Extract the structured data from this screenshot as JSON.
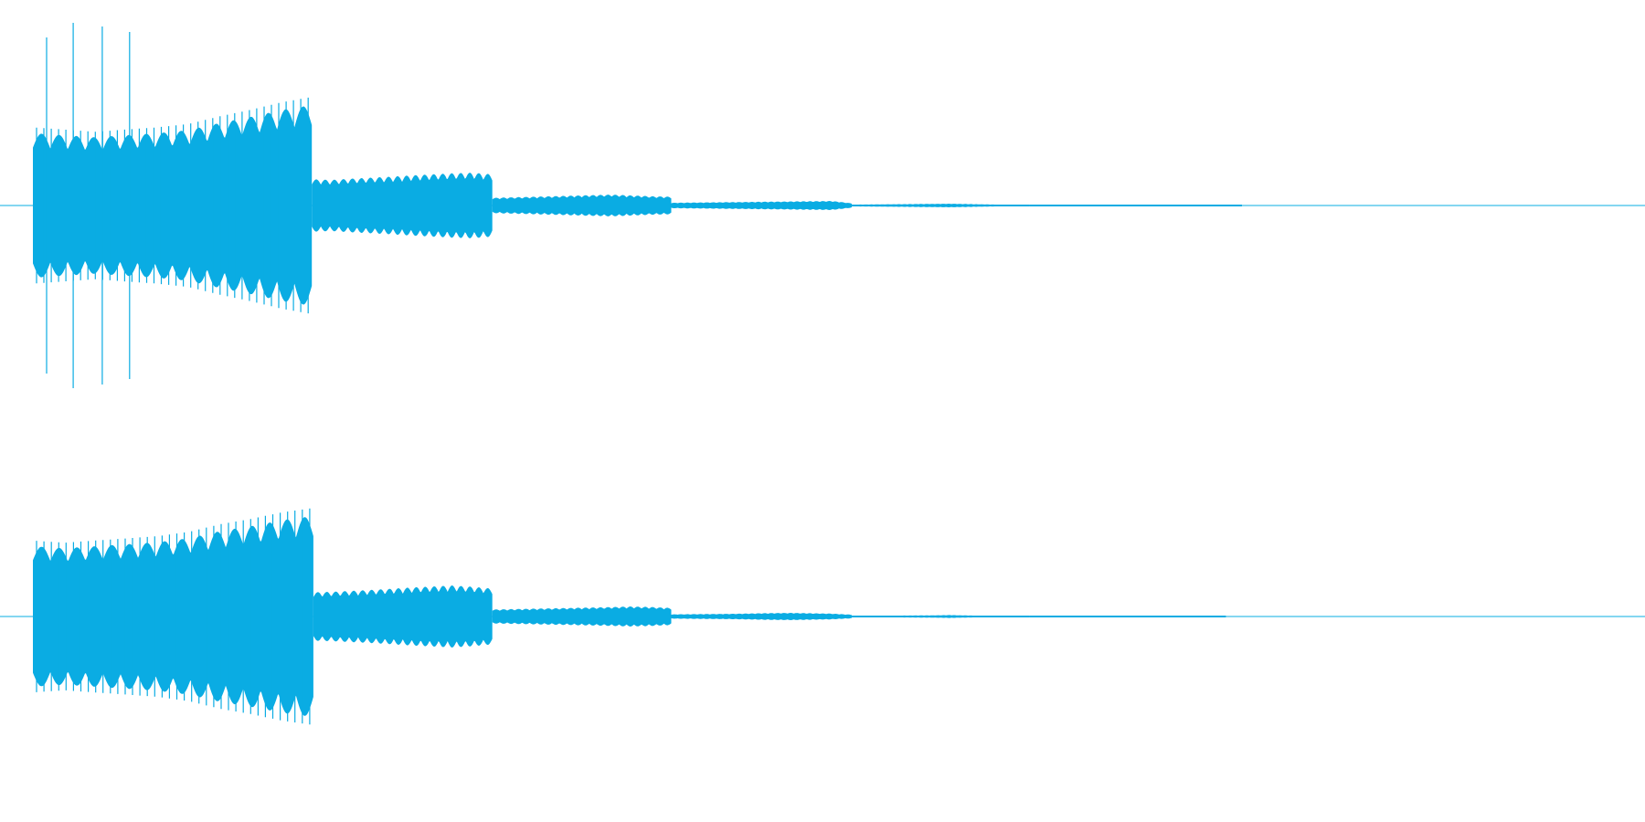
{
  "waveform": {
    "color": "#0aace3",
    "background": "#ffffff",
    "channels": [
      {
        "name": "",
        "segments": [
          {
            "start": 0.0,
            "end": 0.173,
            "peak": 0.55,
            "env": [
              0.72,
              0.7,
              0.68,
              0.7,
              0.72,
              0.75,
              0.82,
              0.88,
              0.95,
              1.0
            ]
          },
          {
            "start": 0.173,
            "end": 0.285,
            "peak": 0.18,
            "env": [
              0.8,
              0.78,
              0.82,
              0.85,
              0.88,
              0.92,
              0.95,
              0.98,
              1.0,
              0.95
            ]
          },
          {
            "start": 0.285,
            "end": 0.396,
            "peak": 0.06,
            "env": [
              0.7,
              0.75,
              0.8,
              0.85,
              0.9,
              0.95,
              1.0,
              0.92,
              0.85,
              0.8
            ]
          },
          {
            "start": 0.396,
            "end": 0.508,
            "peak": 0.025,
            "env": [
              0.6,
              0.65,
              0.7,
              0.75,
              0.8,
              0.85,
              0.9,
              0.95,
              1.0,
              0.5
            ]
          },
          {
            "start": 0.508,
            "end": 0.618,
            "peak": 0.01,
            "env": [
              0.5,
              0.6,
              0.7,
              0.8,
              0.9,
              1.0,
              0.8,
              0.6,
              0.4,
              0.2
            ]
          },
          {
            "start": 0.618,
            "end": 0.75,
            "peak": 0.004,
            "env": [
              0.3,
              0.1,
              0.6,
              0.1,
              0.3,
              0.1,
              0.5,
              0.05,
              0.2,
              0.05
            ]
          }
        ],
        "spikes": [
          {
            "t": 0.0085,
            "amp": 0.92
          },
          {
            "t": 0.025,
            "amp": 1.0
          },
          {
            "t": 0.043,
            "amp": 0.98
          },
          {
            "t": 0.06,
            "amp": 0.95
          }
        ]
      },
      {
        "name": "",
        "segments": [
          {
            "start": 0.0,
            "end": 0.174,
            "peak": 0.55,
            "env": [
              0.7,
              0.68,
              0.7,
              0.72,
              0.74,
              0.78,
              0.85,
              0.9,
              0.96,
              1.0
            ]
          },
          {
            "start": 0.174,
            "end": 0.285,
            "peak": 0.17,
            "env": [
              0.78,
              0.8,
              0.83,
              0.86,
              0.9,
              0.94,
              0.97,
              1.0,
              0.96,
              0.9
            ]
          },
          {
            "start": 0.285,
            "end": 0.396,
            "peak": 0.055,
            "env": [
              0.7,
              0.74,
              0.78,
              0.82,
              0.86,
              0.9,
              0.95,
              1.0,
              0.95,
              0.85
            ]
          },
          {
            "start": 0.396,
            "end": 0.508,
            "peak": 0.02,
            "env": [
              0.6,
              0.65,
              0.7,
              0.75,
              0.85,
              0.95,
              1.0,
              0.9,
              0.8,
              0.5
            ]
          },
          {
            "start": 0.508,
            "end": 0.618,
            "peak": 0.008,
            "env": [
              0.4,
              0.5,
              0.6,
              0.7,
              0.8,
              1.0,
              0.7,
              0.5,
              0.3,
              0.2
            ]
          },
          {
            "start": 0.618,
            "end": 0.74,
            "peak": 0.003,
            "env": [
              0.2,
              0.1,
              0.5,
              0.1,
              0.3,
              0.1,
              0.4,
              0.05,
              0.2,
              0.05
            ]
          }
        ],
        "spikes": []
      }
    ]
  }
}
